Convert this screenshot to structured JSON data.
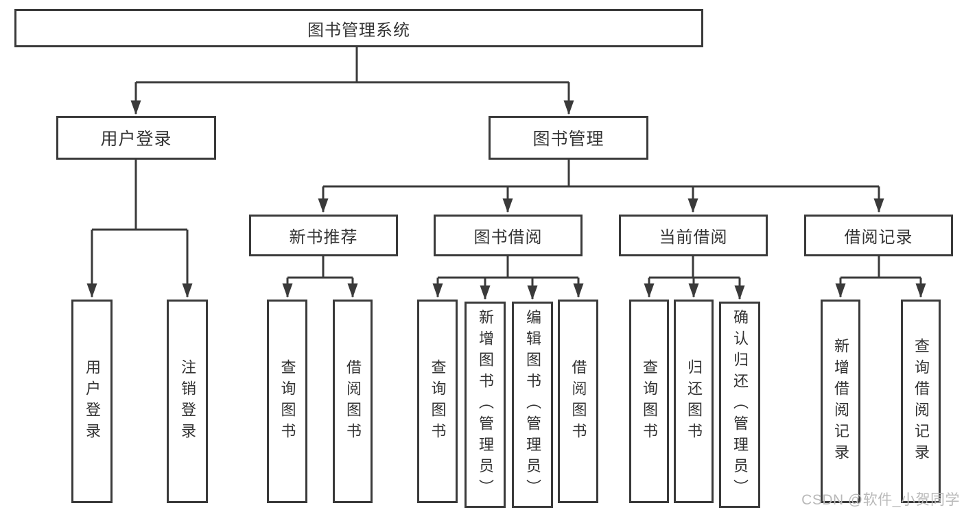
{
  "diagram": {
    "root": "图书管理系统",
    "level2": [
      {
        "label": "用户登录",
        "children": [
          "用户登录",
          "注销登录"
        ]
      },
      {
        "label": "图书管理"
      }
    ],
    "level3": [
      {
        "label": "新书推荐",
        "children": [
          "查询图书",
          "借阅图书"
        ]
      },
      {
        "label": "图书借阅",
        "children": [
          "查询图书",
          "新增图书（管理员）",
          "编辑图书（管理员）",
          "借阅图书"
        ]
      },
      {
        "label": "当前借阅",
        "children": [
          "查询图书",
          "归还图书",
          "确认归还（管理员）"
        ]
      },
      {
        "label": "借阅记录",
        "children": [
          "新增借阅记录",
          "查询借阅记录"
        ]
      }
    ]
  },
  "watermark": "CSDN @软件_小贺同学",
  "colors": {
    "line": "#3a3a3a",
    "text": "#333333",
    "watermark": "#b9b9b9",
    "background": "#ffffff"
  }
}
